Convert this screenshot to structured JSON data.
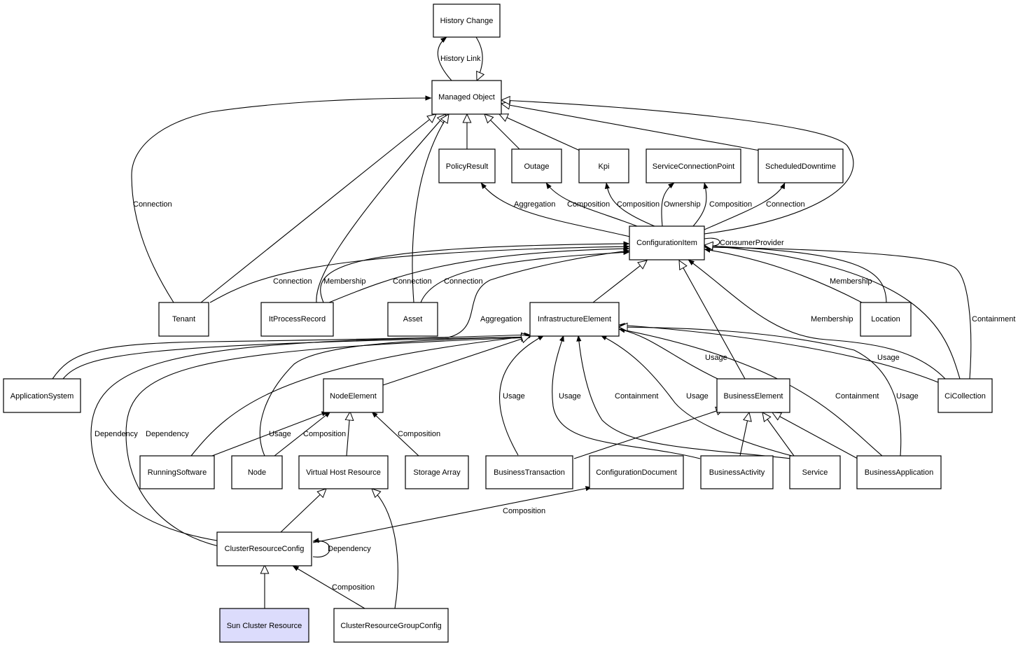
{
  "nodes": {
    "historychange": "History Change",
    "managedobject": "Managed Object",
    "policyresult": "PolicyResult",
    "outage": "Outage",
    "kpi": "Kpi",
    "serviceconnectionpoint": "ServiceConnectionPoint",
    "scheduleddowntime": "ScheduledDowntime",
    "configurationitem": "ConfigurationItem",
    "tenant": "Tenant",
    "itprocessrecord": "ItProcessRecord",
    "asset": "Asset",
    "infrastructureelement": "InfrastructureElement",
    "location": "Location",
    "applicationsystem": "ApplicationSystem",
    "nodeelement": "NodeElement",
    "businesselement": "BusinessElement",
    "cicollection": "CiCollection",
    "runningsoftware": "RunningSoftware",
    "node": "Node",
    "virtualhostresource": "Virtual Host Resource",
    "storagearray": "Storage Array",
    "businesstransaction": "BusinessTransaction",
    "configurationdocument": "ConfigurationDocument",
    "businessactivity": "BusinessActivity",
    "service": "Service",
    "businessapplication": "BusinessApplication",
    "clusterresourceconfig": "ClusterResourceConfig",
    "suncluster": "Sun Cluster Resource",
    "clusterresourcegroupconfig": "ClusterResourceGroupConfig"
  },
  "edges": {
    "e01": "History Link",
    "e05": "Connection",
    "e13": "Aggregation",
    "e14": "Composition",
    "e15": "Composition",
    "e16": "Ownership",
    "e17": "Composition",
    "e18": "Connection",
    "e20": "ConsumerProvider",
    "e21": "Connection",
    "e22": "Membership",
    "e23": "Connection",
    "e24": "Connection",
    "e25": "Aggregation",
    "e26": "Membership",
    "e27": "Membership",
    "e28": "Containment",
    "e32": "Usage",
    "e33": "Usage",
    "e35": "Usage",
    "e36": "Usage",
    "e37": "Containment",
    "e38": "Usage",
    "e39": "Containment",
    "e40": "Usage",
    "e41": "Dependency",
    "e42": "Dependency",
    "e43": "Usage",
    "e44": "Composition",
    "e46": "Composition",
    "e52": "Composition",
    "e53": "Dependency",
    "e56": "Composition"
  }
}
